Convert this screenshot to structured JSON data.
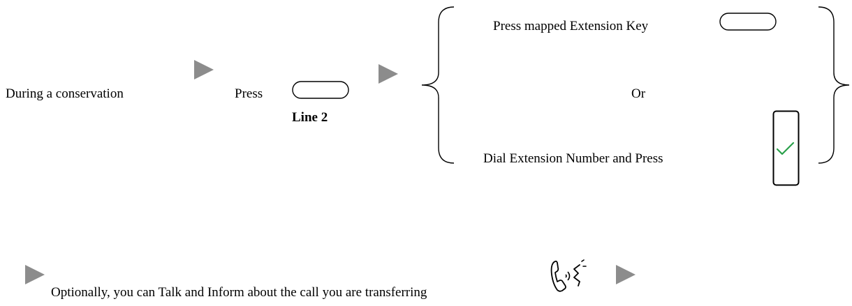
{
  "step1": {
    "intro": "During a conservation",
    "press_label": "Press",
    "line_key_label": "Line 2"
  },
  "options": {
    "option1": "Press mapped Extension Key",
    "separator": "Or",
    "option2": "Dial Extension Number and Press"
  },
  "step2": {
    "text": "Optionally, you can Talk and Inform about the call you are transferring"
  },
  "icons": {
    "arrow": "play-arrow-icon",
    "key": "key-button-icon",
    "confirm": "checkmark-key-icon",
    "talk": "handset-talk-icon"
  },
  "colors": {
    "arrow": "#8c8c8c",
    "check": "#2aa04a",
    "text": "#000000"
  }
}
